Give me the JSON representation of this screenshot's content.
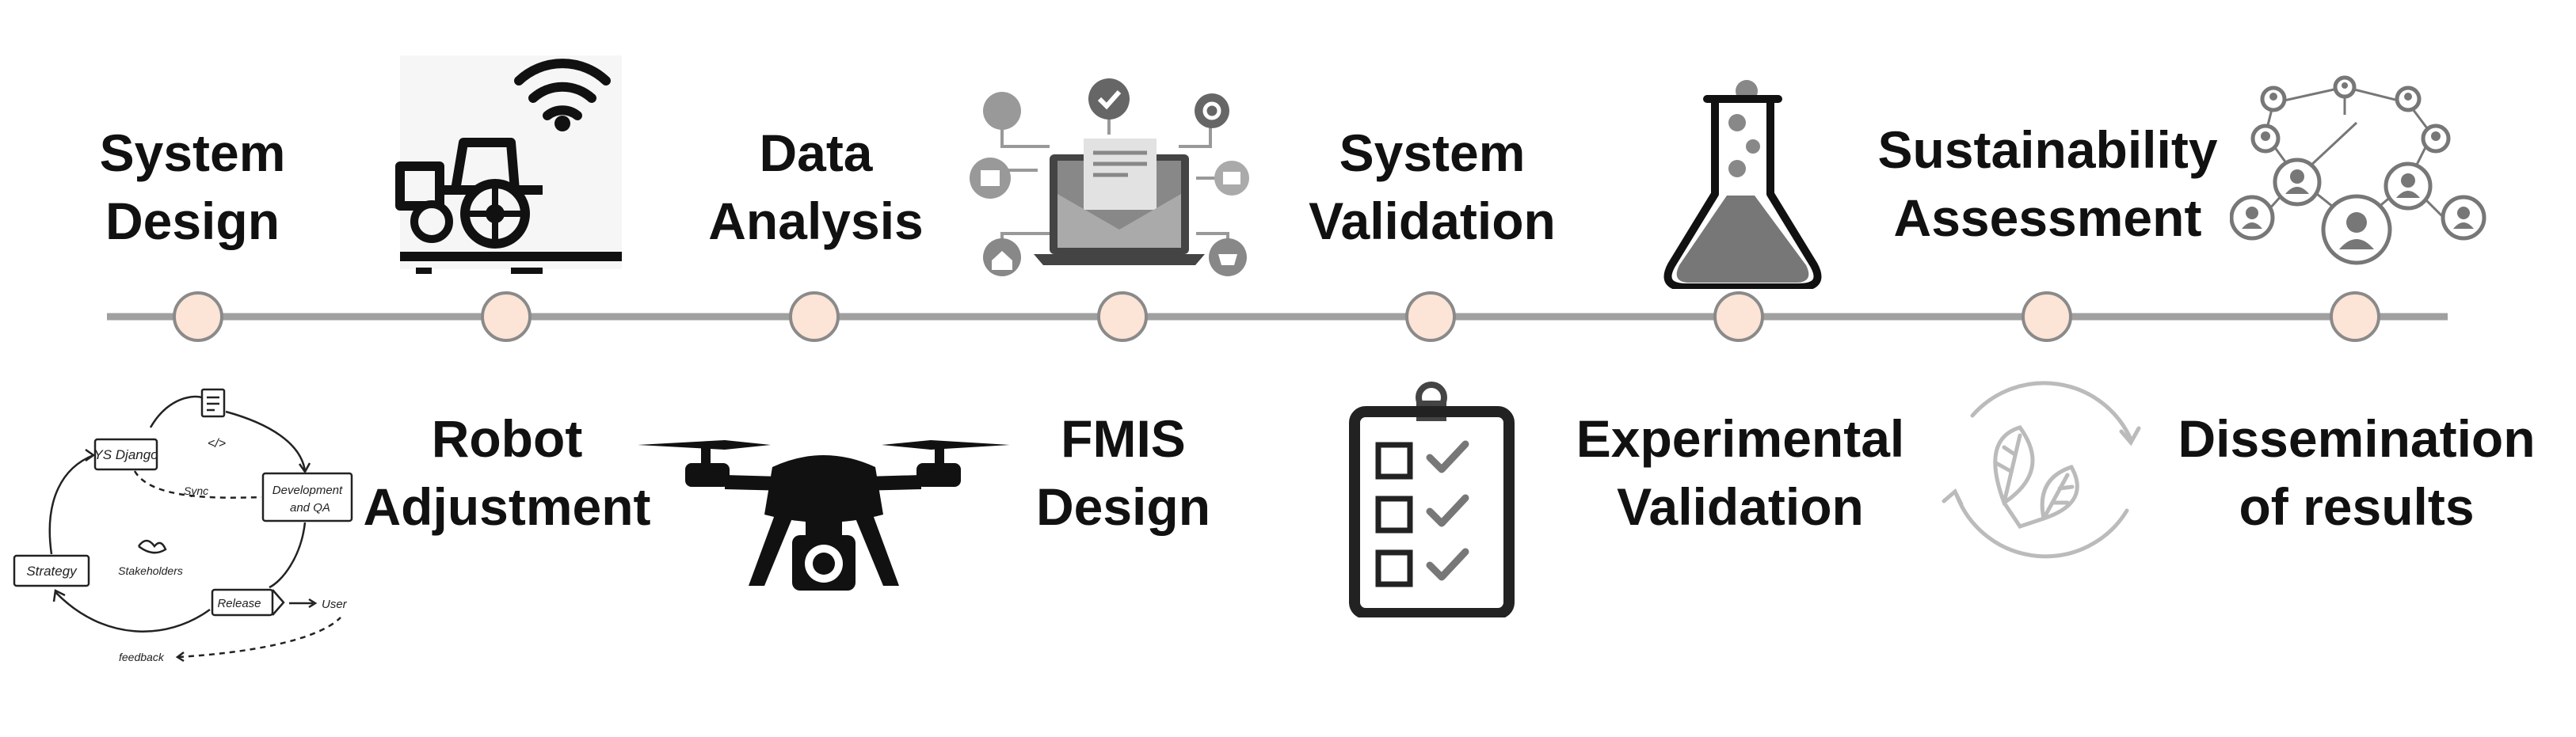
{
  "timeline": {
    "colors": {
      "line": "#a0a0a0",
      "node_fill": "#fce4d6",
      "node_stroke": "#8a8a8a"
    },
    "node_count": 8
  },
  "steps_top": [
    {
      "lines": [
        "System",
        "Design"
      ]
    },
    {
      "lines": [
        "Data",
        "Analysis"
      ]
    },
    {
      "lines": [
        "System",
        "Validation"
      ]
    },
    {
      "lines": [
        "Sustainability",
        "Assessment"
      ]
    }
  ],
  "steps_bottom": [
    {
      "lines": [
        "Robot",
        "Adjustment"
      ]
    },
    {
      "lines": [
        "FMIS",
        "Design"
      ]
    },
    {
      "lines": [
        "Experimental",
        "Validation"
      ]
    },
    {
      "lines": [
        "Dissemination",
        "of results"
      ]
    }
  ],
  "sketch": {
    "ys_django": "YS Django",
    "sync": "Sync",
    "development_1": "Development",
    "development_2": "and QA",
    "code": "</>",
    "strategy": "Strategy",
    "stakeholders": "Stakeholders",
    "release": "Release",
    "user": "User",
    "feedback": "feedback"
  },
  "icons": [
    "sketch-cycle-icon",
    "tractor-wifi-icon",
    "drone-icon",
    "laptop-network-icon",
    "checklist-icon",
    "flask-icon",
    "leaf-cycle-icon",
    "people-network-icon"
  ]
}
